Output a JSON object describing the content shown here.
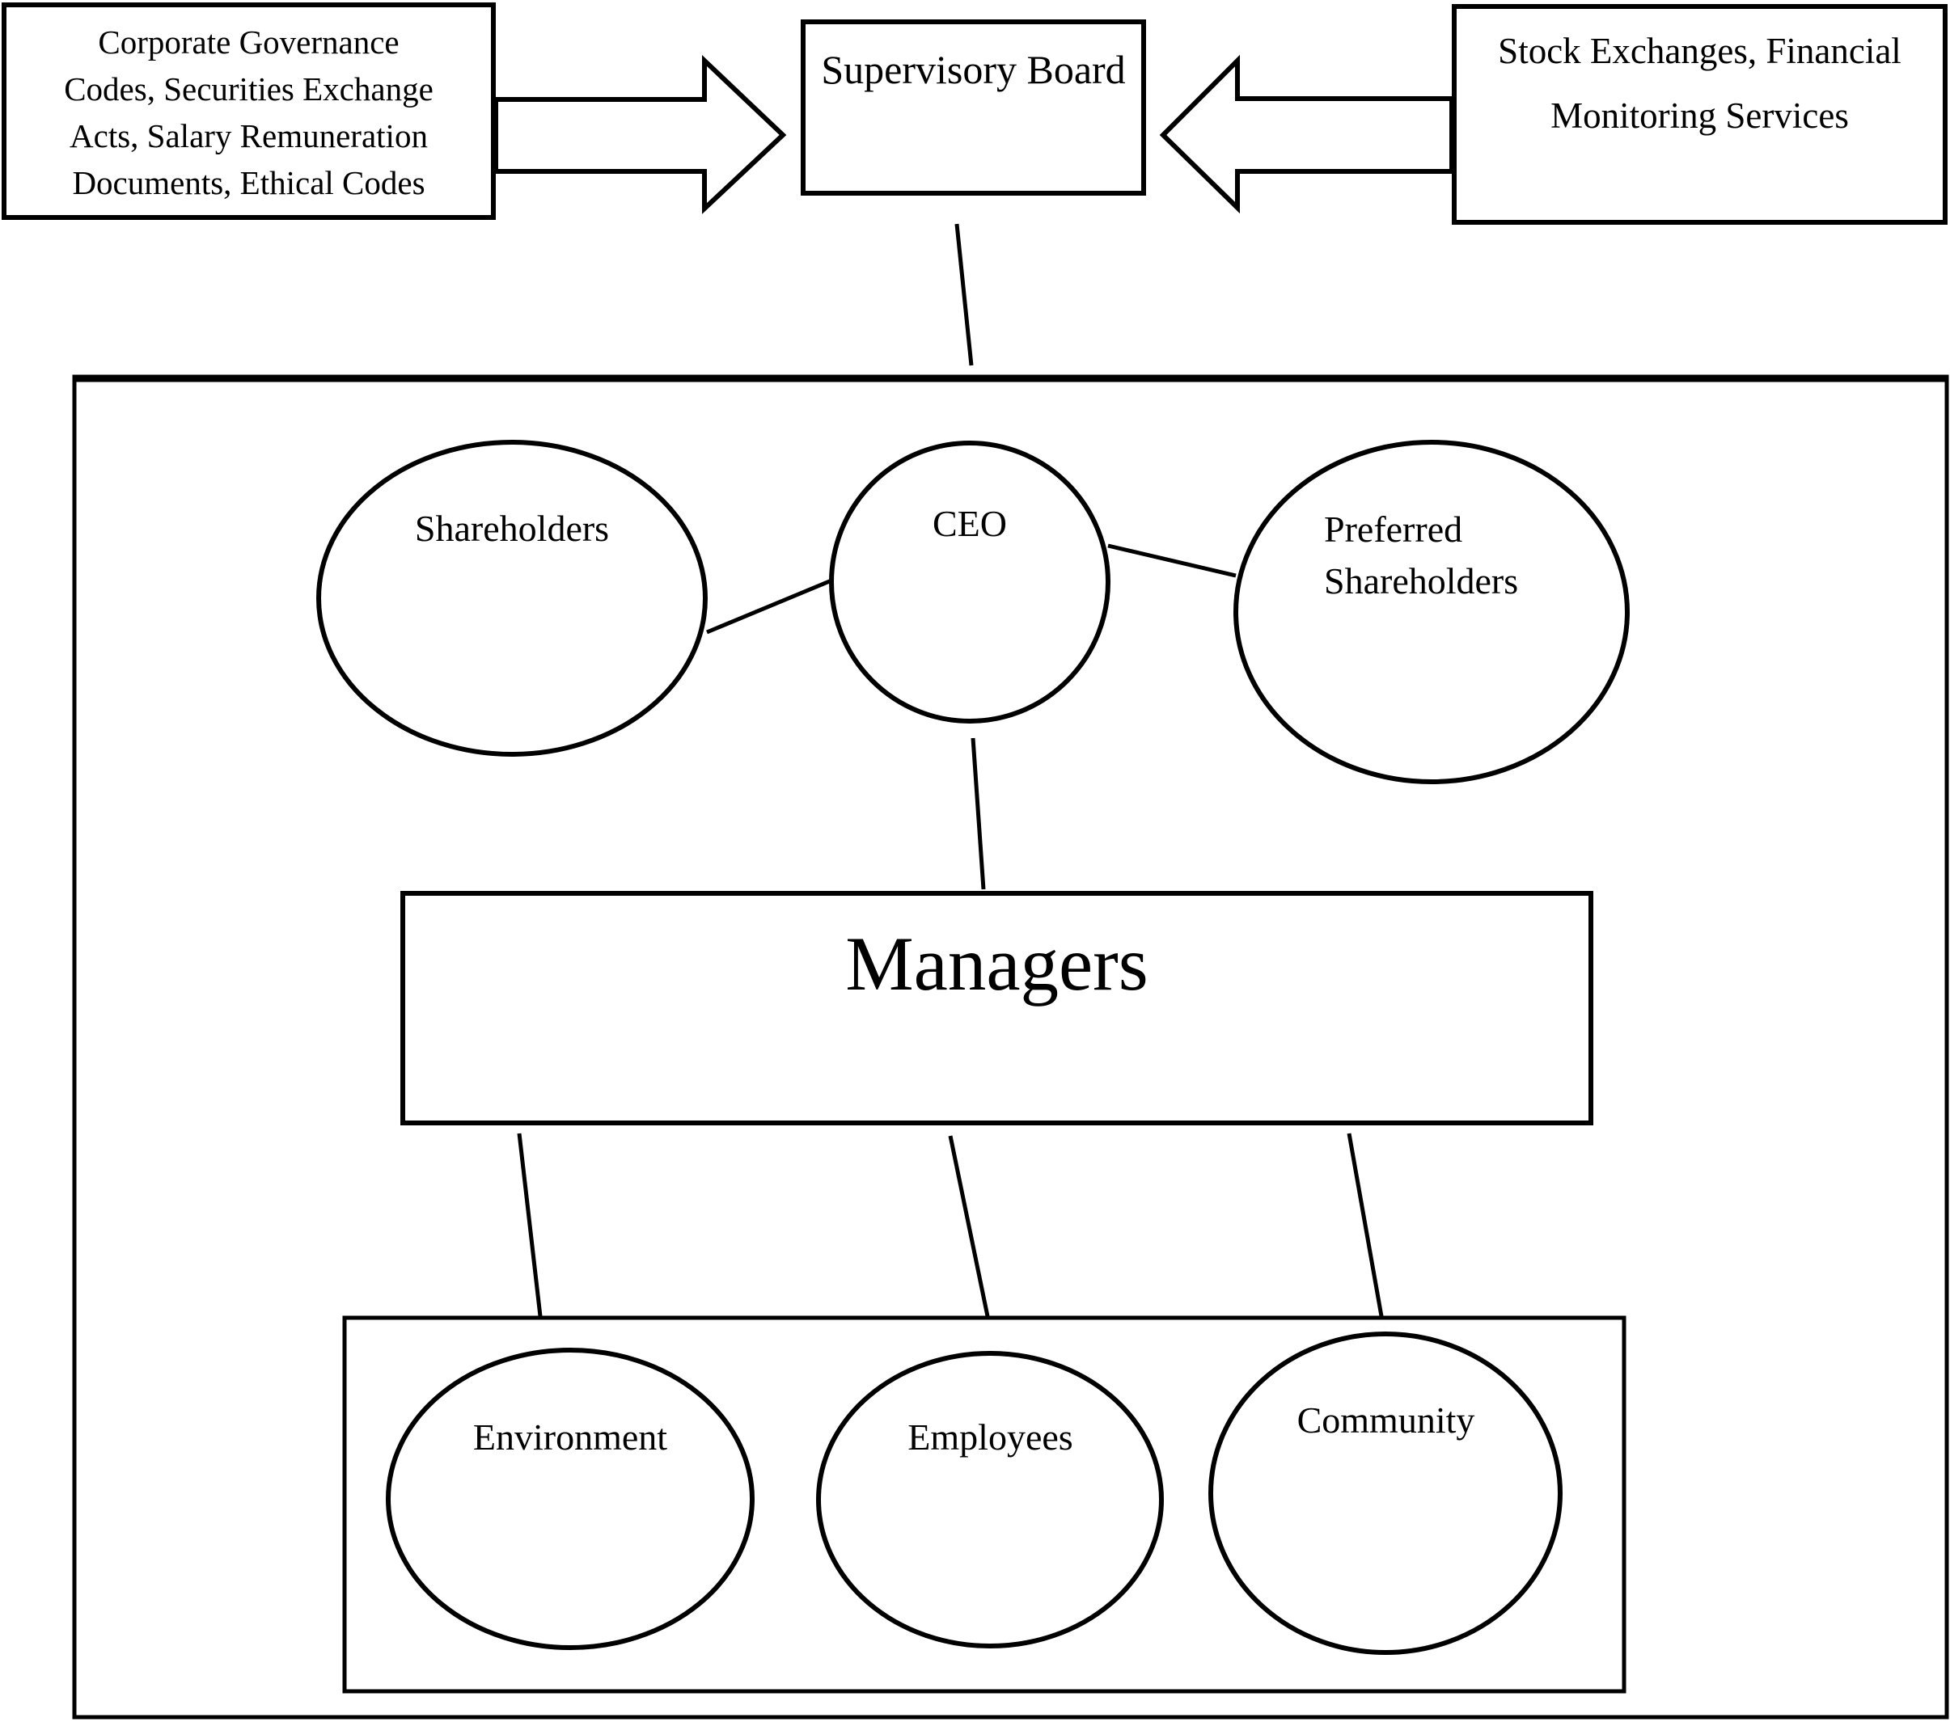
{
  "top_row": {
    "regulations_box": {
      "lines": [
        "Corporate Governance",
        "Codes, Securities Exchange",
        "Acts, Salary Remuneration",
        "Documents, Ethical Codes"
      ]
    },
    "supervisory_board_box": {
      "label": "Supervisory Board"
    },
    "monitors_box": {
      "lines": [
        "Stock Exchanges, Financial",
        "Monitoring Services"
      ]
    }
  },
  "governance": {
    "shareholders_label": "Shareholders",
    "ceo_label": "CEO",
    "preferred_shareholders": {
      "lines": [
        "Preferred",
        "Shareholders"
      ]
    },
    "managers_label": "Managers"
  },
  "stakeholders": {
    "environment_label": "Environment",
    "employees_label": "Employees",
    "community_label": "Community"
  },
  "colors": {
    "ink": "#000000",
    "background": "#ffffff"
  }
}
